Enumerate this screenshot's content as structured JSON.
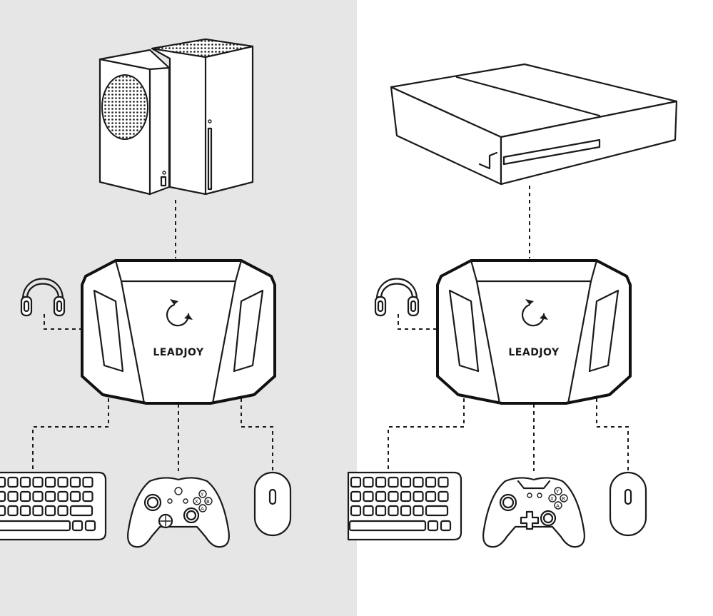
{
  "brand": {
    "text": "LEADJOY"
  },
  "panels": [
    {
      "id": "left",
      "console": "Xbox Series X|S",
      "background": "#e6e6e6"
    },
    {
      "id": "right",
      "console": "Xbox One",
      "background": "#ffffff"
    }
  ],
  "devices": [
    "headset-icon",
    "keyboard-icon",
    "controller-icon",
    "mouse-icon"
  ],
  "colors": {
    "stroke": "#1a1a1a",
    "left_bg": "#e6e6e6",
    "right_bg": "#ffffff"
  }
}
